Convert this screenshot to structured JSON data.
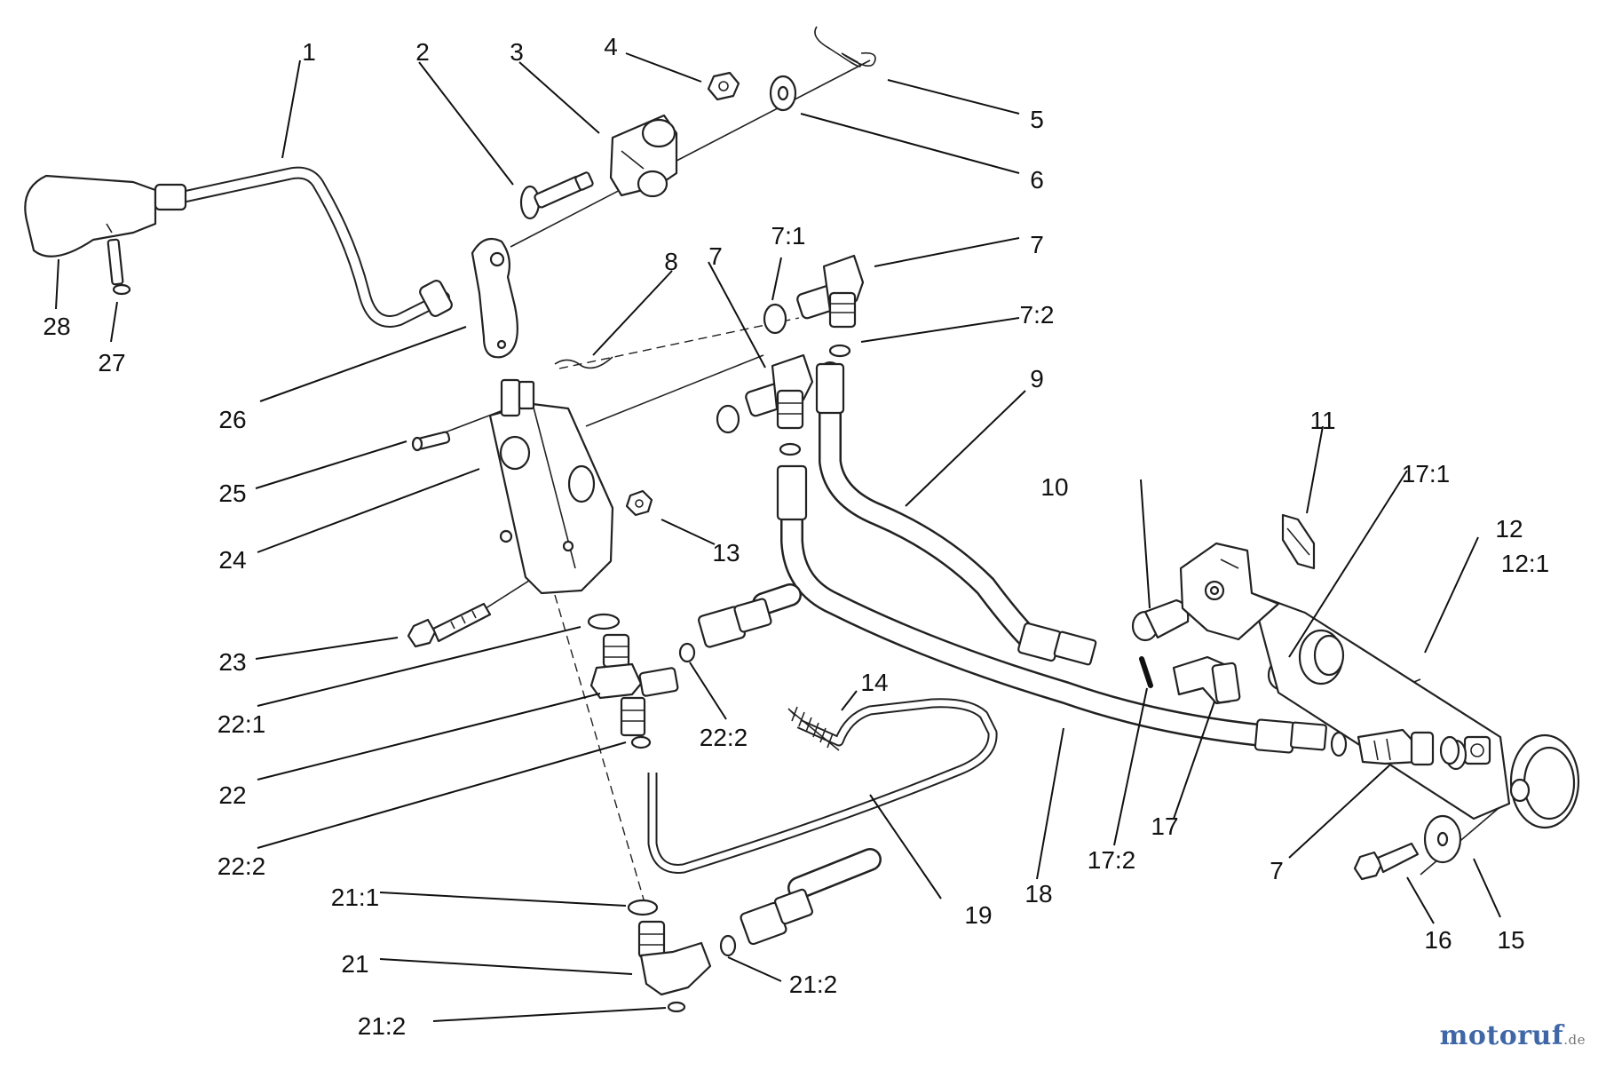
{
  "labels": {
    "l1": "1",
    "l2": "2",
    "l3": "3",
    "l4": "4",
    "l5": "5",
    "l6": "6",
    "l7a": "7",
    "l7b": "7",
    "l7c": "7",
    "l7_1": "7:1",
    "l7_2": "7:2",
    "l8": "8",
    "l9": "9",
    "l10": "10",
    "l11": "11",
    "l12": "12",
    "l12_1": "12:1",
    "l13": "13",
    "l14": "14",
    "l15": "15",
    "l16": "16",
    "l17": "17",
    "l17_1": "17:1",
    "l17_2": "17:2",
    "l18": "18",
    "l19": "19",
    "l21": "21",
    "l21_1": "21:1",
    "l21_2a": "21:2",
    "l21_2b": "21:2",
    "l22": "22",
    "l22_1": "22:1",
    "l22_2a": "22:2",
    "l22_2b": "22:2",
    "l23": "23",
    "l24": "24",
    "l25": "25",
    "l26": "26",
    "l27": "27",
    "l28": "28"
  },
  "watermark": {
    "brand": "motoruf",
    "suffix": ".de",
    "color": "#3f67a6"
  }
}
